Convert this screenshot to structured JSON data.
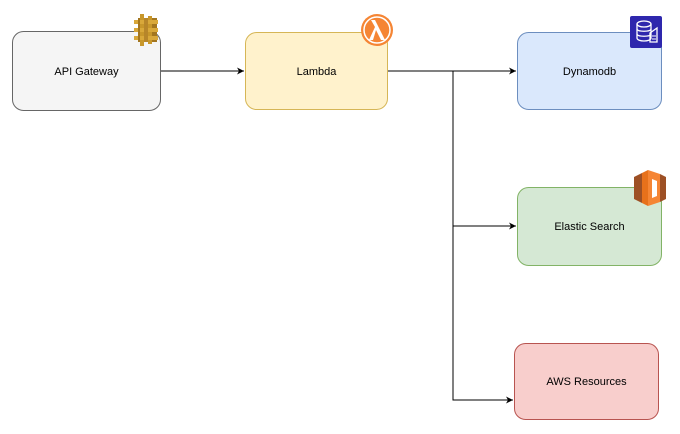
{
  "nodes": {
    "api_gateway": {
      "label": "API Gateway",
      "fill": "#f5f5f5",
      "stroke": "#666666",
      "icon": "api-gateway-icon"
    },
    "lambda": {
      "label": "Lambda",
      "fill": "#fff2cc",
      "stroke": "#d6b656",
      "icon": "lambda-icon"
    },
    "dynamodb": {
      "label": "Dynamodb",
      "fill": "#dae8fc",
      "stroke": "#6c8ebf",
      "icon": "dynamodb-icon"
    },
    "elastic_search": {
      "label": "Elastic Search",
      "fill": "#d5e8d4",
      "stroke": "#82b366",
      "icon": "elasticsearch-icon"
    },
    "aws_resources": {
      "label": "AWS Resources",
      "fill": "#f8cecc",
      "stroke": "#b85450"
    }
  },
  "edges": [
    {
      "from": "api_gateway",
      "to": "lambda"
    },
    {
      "from": "lambda",
      "to": "dynamodb"
    },
    {
      "from": "lambda",
      "to": "elastic_search"
    },
    {
      "from": "lambda",
      "to": "aws_resources"
    }
  ],
  "colors": {
    "edge": "#000000",
    "api_gateway_icon": "#c8972b",
    "lambda_icon": "#f58534",
    "dynamodb_icon": "#2e27ad",
    "elasticsearch_icon": "#e7711b"
  }
}
